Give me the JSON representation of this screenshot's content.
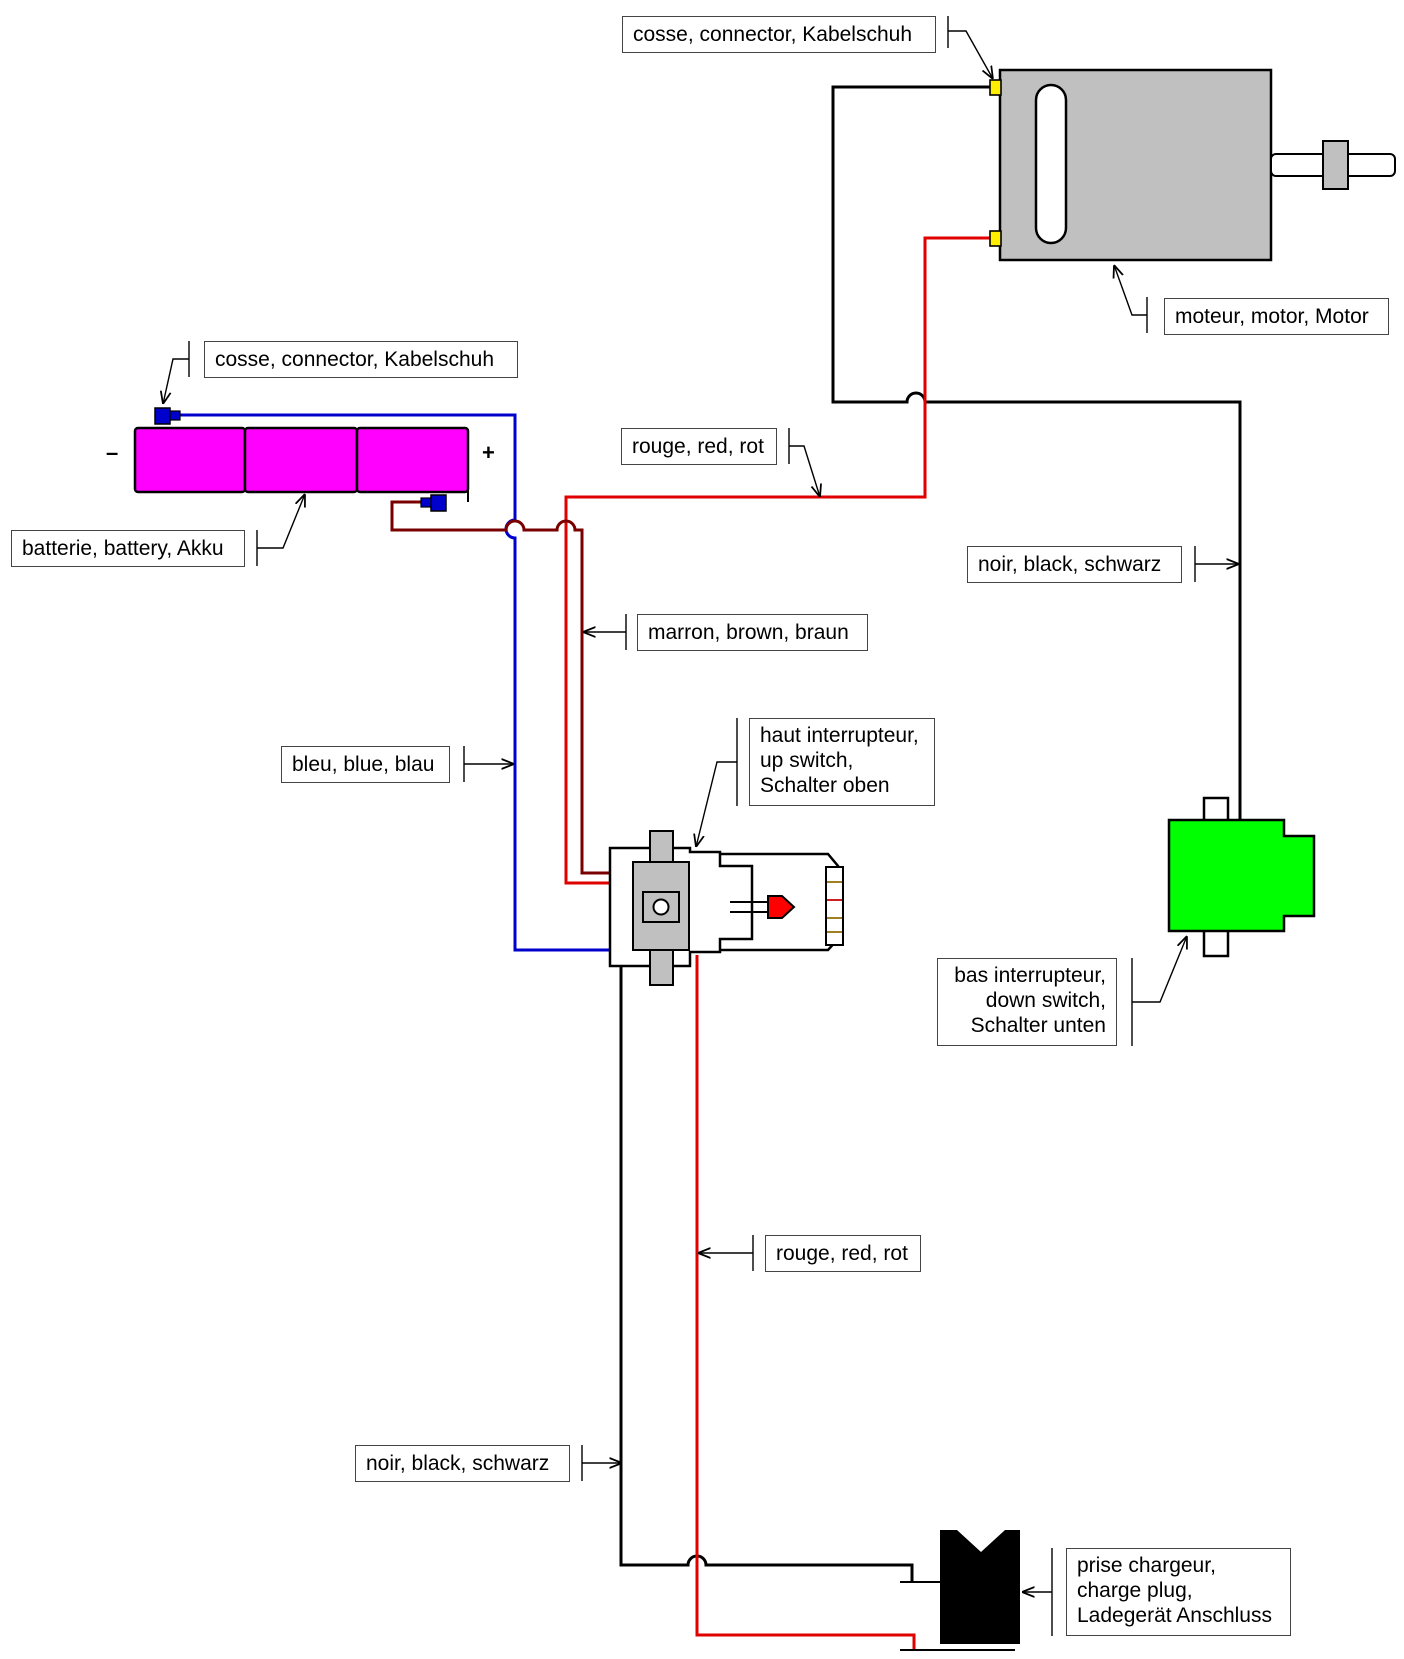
{
  "labels": {
    "motor_connector": "cosse, connector, Kabelschuh",
    "battery_connector": "cosse, connector, Kabelschuh",
    "motor": "moteur, motor, Motor",
    "battery": "batterie, battery, Akku",
    "red_top": "rouge, red, rot",
    "black_right": "noir, black, schwarz",
    "brown": "marron, brown, braun",
    "blue": "bleu, blue, blau",
    "up_switch": [
      "haut interrupteur,",
      "up switch,",
      "Schalter oben"
    ],
    "down_switch": [
      "bas interrupteur,",
      "down switch,",
      "Schalter unten"
    ],
    "red_bottom": "rouge, red, rot",
    "black_bottom": "noir, black, schwarz",
    "charge_plug": [
      "prise chargeur,",
      "charge plug,",
      "Ladegerät Anschluss"
    ]
  },
  "polarity": {
    "negative": "–",
    "positive": "+"
  },
  "colors": {
    "wire_black": "#000000",
    "wire_red": "#e00000",
    "wire_blue": "#0000cc",
    "wire_brown": "#7a0000",
    "battery_fill": "#ff00ff",
    "motor_fill": "#c0c0c0",
    "down_switch_fill": "#00ff00",
    "connector_yellow": "#ffee00",
    "connector_blue": "#0000cc",
    "led_red": "#ff0000",
    "charge_plug_fill": "#000000"
  },
  "icons": {
    "battery": "battery-icon",
    "motor": "motor-icon",
    "up_switch": "toggle-switch-icon",
    "down_switch": "limit-switch-icon",
    "led": "led-icon",
    "charge_plug": "charge-plug-icon"
  }
}
